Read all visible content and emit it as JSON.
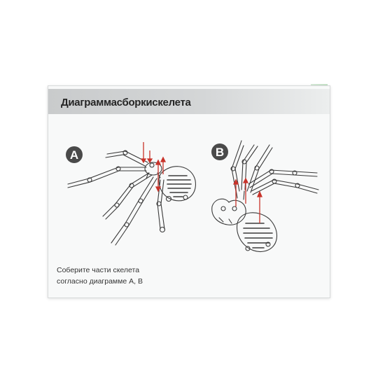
{
  "card": {
    "title": "Диаграммасборкискелета",
    "caption_line1": "Соберите части скелета",
    "caption_line2": "согласно диаграмме А, В"
  },
  "diagrams": [
    {
      "badge": "A"
    },
    {
      "badge": "B"
    }
  ],
  "colors": {
    "badge_fill": "#4a4a4a",
    "arrow": "#c8332a",
    "outline": "#3a3a3a",
    "underlay": "#c4e2c6"
  }
}
